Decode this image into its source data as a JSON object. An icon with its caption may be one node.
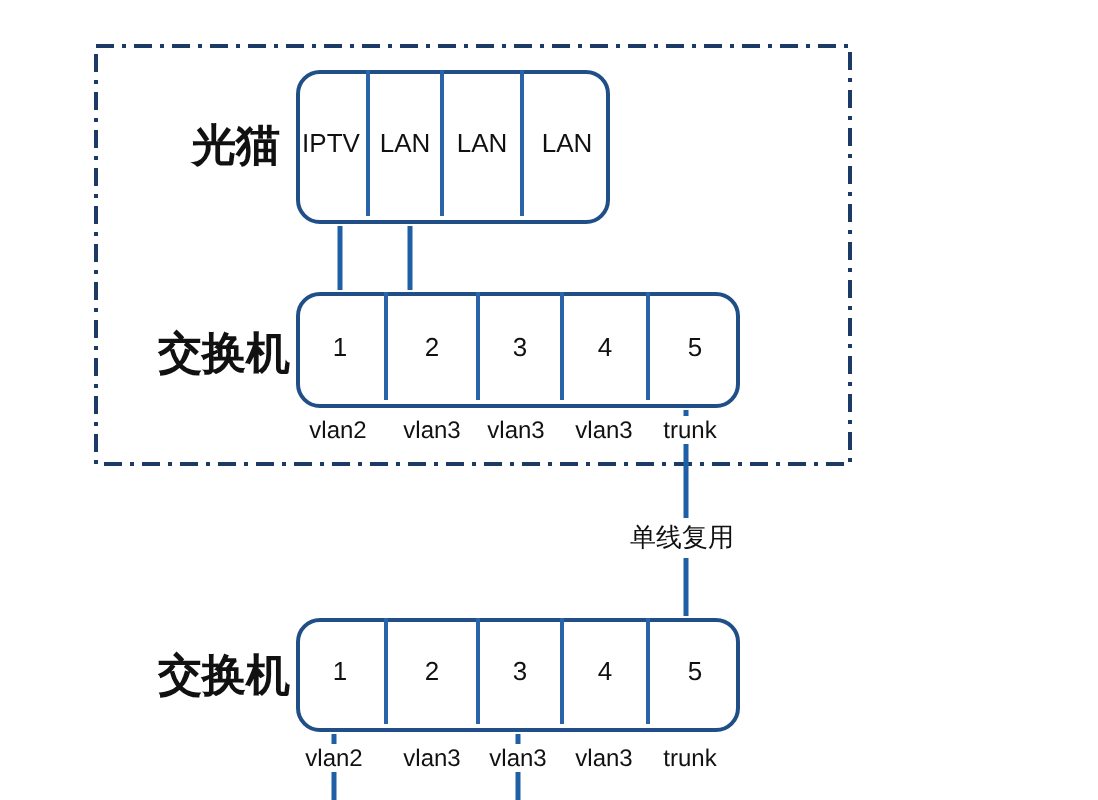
{
  "diagram": {
    "nodes": [
      {
        "text": [],
        "shape": "box"
      },
      {
        "text": [
          "光猫"
        ],
        "in": 0
      },
      {
        "text": [
          "IPTV"
        ],
        "in": 1
      },
      {
        "text": [
          "LAN"
        ],
        "in": 1
      },
      {
        "text": [
          "LAN"
        ],
        "in": 1
      },
      {
        "text": [
          "LAN"
        ],
        "in": 1
      },
      {
        "text": [
          "交换机"
        ],
        "in": 0
      },
      {
        "text": [
          "1"
        ],
        "in": 6
      },
      {
        "text": [
          "2"
        ],
        "in": 6
      },
      {
        "text": [
          "3"
        ],
        "in": 6
      },
      {
        "text": [
          "4"
        ],
        "in": 6
      },
      {
        "text": [
          "5"
        ],
        "in": 6
      },
      {
        "text": [
          "交换机"
        ]
      },
      {
        "text": [
          "1"
        ],
        "in": 12
      },
      {
        "text": [
          "2"
        ],
        "in": 12
      },
      {
        "text": [
          "3"
        ],
        "in": 12
      },
      {
        "text": [
          "4"
        ],
        "in": 12
      },
      {
        "text": [
          "5"
        ],
        "in": 12
      }
    ],
    "labels": [
      "vlan2",
      "vlan3",
      "vlan3",
      "vlan3",
      "trunk",
      "vlan2",
      "vlan3",
      "vlan3",
      "vlan3",
      "trunk"
    ],
    "edges": [
      {
        "from": 2,
        "to": 7,
        "arrow": "none"
      },
      {
        "from": 3,
        "to": 8,
        "arrow": "none"
      },
      {
        "from": 11,
        "to": 17,
        "arrow": "none",
        "label": "单线复用"
      },
      {
        "from": 13,
        "to": null,
        "arrow": "none"
      },
      {
        "from": 15,
        "to": null,
        "arrow": "none"
      }
    ]
  }
}
